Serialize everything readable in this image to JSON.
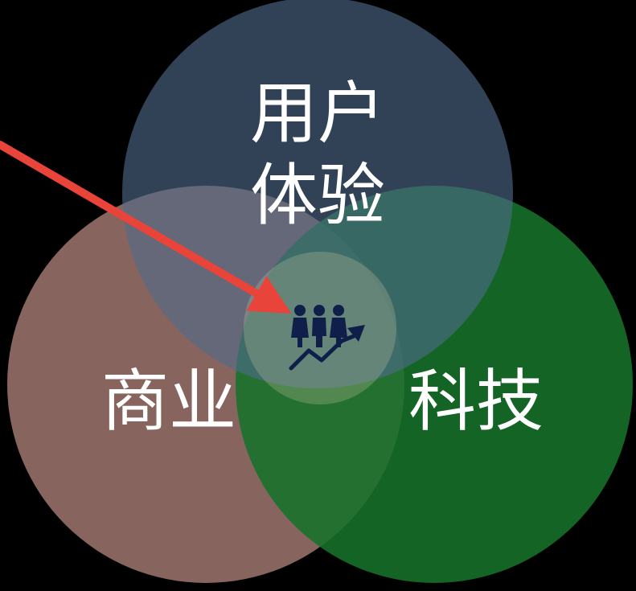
{
  "diagram": {
    "sets": [
      {
        "id": "ux",
        "line1": "用户",
        "line2": "体验",
        "color": "#4f6a8a"
      },
      {
        "id": "business",
        "line1": "商业",
        "color": "#926e66"
      },
      {
        "id": "tech",
        "line1": "科技",
        "color": "#1d7a2e"
      }
    ],
    "pointer": {
      "color": "#e8443a"
    },
    "center_icon": {
      "name": "team-growth-icon",
      "color": "#0f1f4a"
    }
  }
}
